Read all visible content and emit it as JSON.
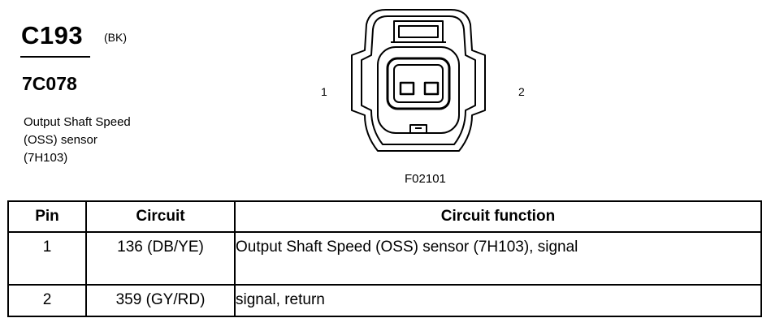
{
  "connector": {
    "id": "C193",
    "color_code": "(BK)",
    "part_number": "7C078",
    "description_lines": [
      "Output Shaft Speed",
      "(OSS) sensor",
      "(7H103)"
    ]
  },
  "diagram": {
    "pin_labels": [
      "1",
      "2"
    ],
    "figure_id": "F02101"
  },
  "table": {
    "headers": [
      "Pin",
      "Circuit",
      "Circuit function"
    ],
    "rows": [
      {
        "pin": "1",
        "circuit": "136 (DB/YE)",
        "function": "Output Shaft Speed (OSS) sensor (7H103), signal"
      },
      {
        "pin": "2",
        "circuit": "359 (GY/RD)",
        "function": "signal, return"
      }
    ]
  },
  "colors": {
    "ink": "#000000",
    "background": "#ffffff"
  }
}
